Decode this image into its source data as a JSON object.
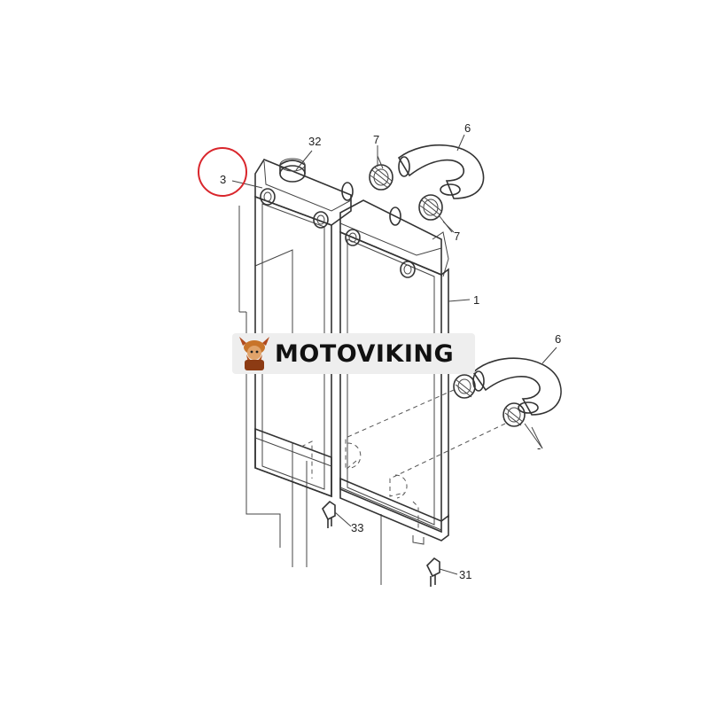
{
  "diagram": {
    "callouts": [
      {
        "id": "3",
        "text": "3",
        "highlighted": true
      },
      {
        "id": "32",
        "text": "32"
      },
      {
        "id": "7a",
        "text": "7"
      },
      {
        "id": "6a",
        "text": "6"
      },
      {
        "id": "7b",
        "text": "7"
      },
      {
        "id": "1",
        "text": "1"
      },
      {
        "id": "6b",
        "text": "6"
      },
      {
        "id": "33",
        "text": "33"
      },
      {
        "id": "31",
        "text": "31"
      }
    ],
    "highlight_color": "#d9262c",
    "line_color": "#333333"
  },
  "watermark": {
    "text": "MOTOVIKING",
    "logo_icon": "viking-mascot-icon",
    "background": "#eeeeee"
  }
}
